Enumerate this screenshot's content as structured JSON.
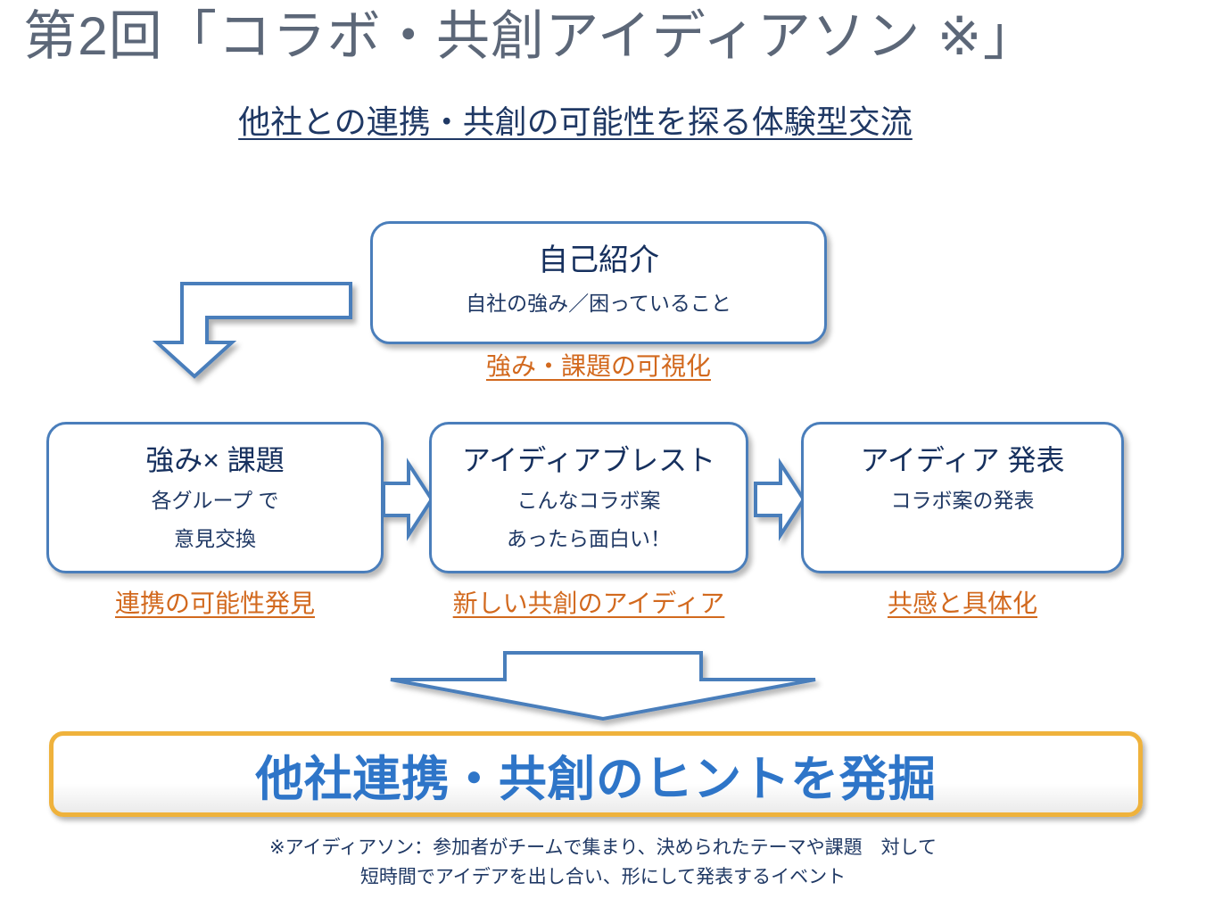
{
  "slide": {
    "background_color": "#ffffff",
    "title": "第2回「コラボ・共創アイディアソン ※」",
    "subtitle": "他社との連携・共創の可能性を探る体験型交流"
  },
  "colors": {
    "title_gray_blue": "#5c6778",
    "navy_text": "#1f3864",
    "box_border_blue": "#4a7ebb",
    "caption_orange": "#d2691e",
    "result_border_gold": "#efb23c",
    "result_text_blue": "#2e75c8"
  },
  "flow": {
    "intro_box": {
      "heading": "自己紹介",
      "detail": "自社の強み／困っていること",
      "caption": "強み・課題の可視化"
    },
    "steps": [
      {
        "heading": "強み× 課題",
        "detail_line1": "各グループ で",
        "detail_line2": "意見交換",
        "caption": "連携の可能性発見"
      },
      {
        "heading": "アイディアブレスト",
        "detail_line1": "こんなコラボ案",
        "detail_line2": "あったら面白い！",
        "caption": "新しい共創のアイディア"
      },
      {
        "heading": "アイディア 発表",
        "detail_line1": "コラボ案の発表",
        "detail_line2": "",
        "caption": "共感と具体化"
      }
    ],
    "arrows": [
      {
        "name": "elbow-arrow-down",
        "direction": "left-then-down"
      },
      {
        "name": "step-arrow-1",
        "direction": "right"
      },
      {
        "name": "step-arrow-2",
        "direction": "right"
      },
      {
        "name": "summary-arrow-down",
        "direction": "down"
      }
    ]
  },
  "result": {
    "text": "他社連携・共創のヒントを発掘"
  },
  "footnote": {
    "line1": "※アイディアソン：参加者がチームで集まり、決められたテーマや課題　対して",
    "line2": "短時間でアイデアを出し合い、形にして発表するイベント"
  }
}
